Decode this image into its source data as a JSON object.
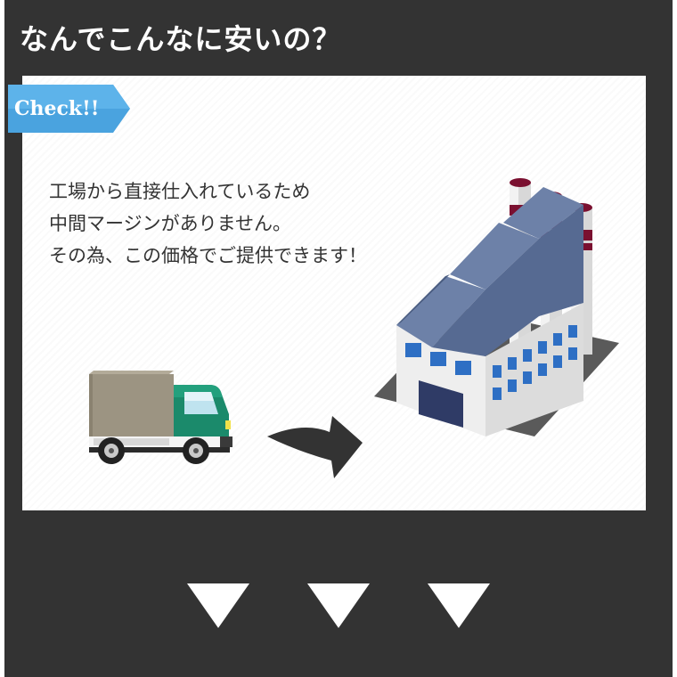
{
  "heading": "なんでこんなに安いの？",
  "badge": "Check!!",
  "description": [
    "工場から直接仕入れているため",
    "中間マージンがありません。",
    "その為、この価格でご提供できます！"
  ],
  "illustrations": {
    "truck": "delivery-truck",
    "arrow": "curved-arrow-right",
    "factory": "factory-building"
  },
  "colors": {
    "background": "#333333",
    "panel": "#ffffff",
    "badge": "#4aa3df",
    "truck_cab": "#1b8a6b",
    "factory_roof": "#5a6f96",
    "chimney_band": "#7a1030"
  }
}
